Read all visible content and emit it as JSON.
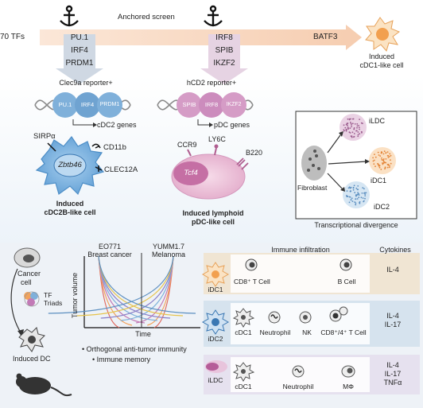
{
  "screen": {
    "tf_count": "70 TFs",
    "title": "Anchored screen",
    "group1_tfs": [
      "PU.1",
      "IRF4",
      "PRDM1"
    ],
    "group2_tfs": [
      "IRF8",
      "SPIB",
      "IKZF2"
    ],
    "end_tf": "BATF3",
    "end_cell": [
      "Induced",
      "cDC1-like cell"
    ]
  },
  "reporters": {
    "left": {
      "label": "Clec9a reporter+",
      "beads": [
        "PU.1",
        "IRF4",
        "PRDM1"
      ],
      "genes": "cDC2 genes"
    },
    "right": {
      "label": "hCD2 reporter+",
      "beads": [
        "SPIB",
        "IRF8",
        "IKZF2"
      ],
      "genes": "pDC genes"
    }
  },
  "cdc2b_cell": {
    "markers": [
      "SIRPα",
      "CD11b",
      "CLEC12A"
    ],
    "nucleus": "Zbtb46",
    "caption": [
      "Induced",
      "cDC2B-like cell"
    ]
  },
  "pdc_cell": {
    "markers": [
      "CCR9",
      "LY6C",
      "B220"
    ],
    "nucleus": "Tcf4",
    "caption": [
      "Induced lymphoid",
      "pDC-like cell"
    ]
  },
  "divergence": {
    "source": "Fibroblast",
    "targets": [
      "iLDC",
      "iDC1",
      "iDC2"
    ],
    "caption": "Transcriptional divergence"
  },
  "tumor": {
    "left_labels": {
      "cancer": [
        "Cancer",
        "cell"
      ],
      "triads": [
        "TF",
        "Triads"
      ],
      "induced": "Induced DC"
    },
    "models": [
      [
        "EO771",
        "Breast cancer"
      ],
      [
        "YUMM1.7",
        "Melanoma"
      ]
    ],
    "ylabel": "Tumor volume",
    "xlabel": "Time",
    "bullets": [
      "Orthogonal anti-tumor immunity",
      "Immune memory"
    ]
  },
  "infiltration": {
    "header": "Immune infiltration",
    "cytokines_header": "Cytokines",
    "rows": [
      {
        "dc": "iDC1",
        "cells": [
          "CD8⁺ T Cell",
          "B Cell"
        ],
        "cytokines": [
          "IL-4"
        ],
        "color": "#f0e5d3"
      },
      {
        "dc": "iDC2",
        "cells": [
          "cDC1",
          "Neutrophil",
          "NK",
          "CD8⁺/4⁺ T Cell"
        ],
        "cytokines": [
          "IL-4",
          "IL-17"
        ],
        "color": "#d6e3ee"
      },
      {
        "dc": "iLDC",
        "cells": [
          "cDC1",
          "Neutrophil",
          "MΦ"
        ],
        "cytokines": [
          "IL-4",
          "IL-17",
          "TNFα"
        ],
        "color": "#e6e1ef"
      }
    ]
  },
  "colors": {
    "arrow": "#f7d9c4",
    "blue": "#7fb0da",
    "pink": "#d59cc6",
    "orange": "#f2a35c",
    "purple": "#c27ab6"
  }
}
